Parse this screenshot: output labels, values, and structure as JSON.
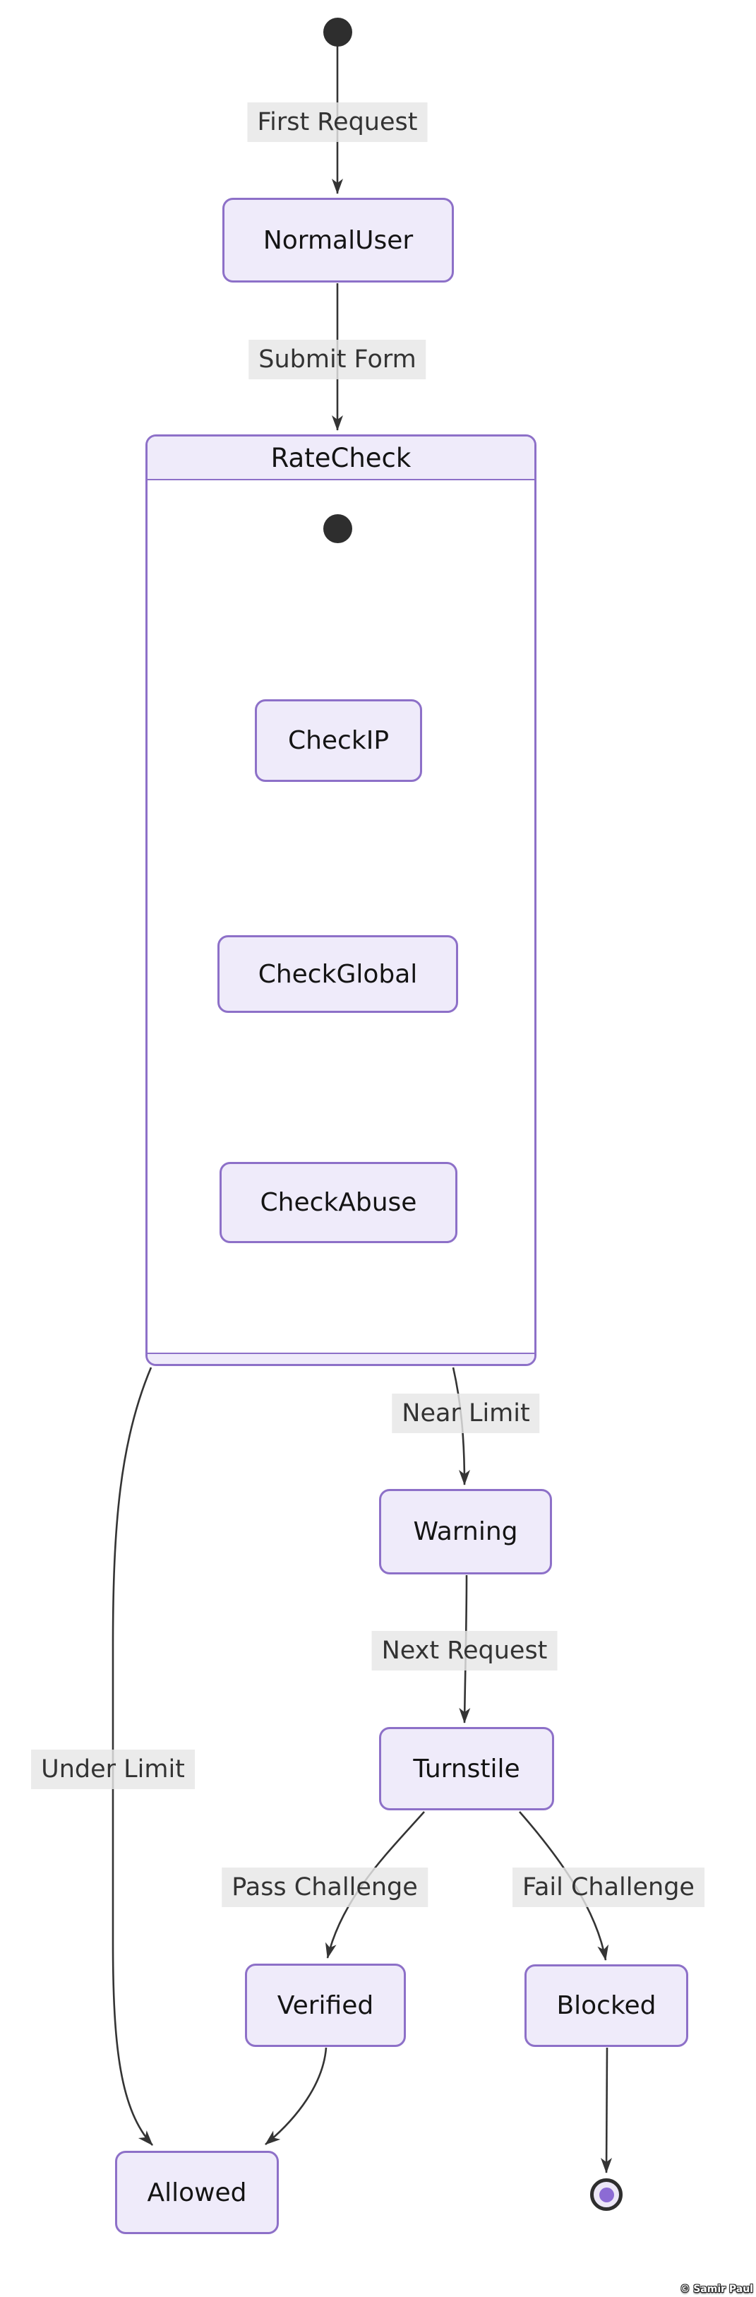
{
  "diagram": {
    "kind": "state-diagram",
    "states": {
      "normal_user": "NormalUser",
      "rate_check": "RateCheck",
      "check_ip": "CheckIP",
      "check_global": "CheckGlobal",
      "check_abuse": "CheckAbuse",
      "warning": "Warning",
      "turnstile": "Turnstile",
      "verified": "Verified",
      "blocked": "Blocked",
      "allowed": "Allowed"
    },
    "transitions": {
      "first_request": "First Request",
      "submit_form": "Submit Form",
      "near_limit": "Near Limit",
      "next_request": "Next Request",
      "under_limit": "Under Limit",
      "pass_challenge": "Pass Challenge",
      "fail_challenge": "Fail Challenge"
    },
    "colors": {
      "background": "#ffffff",
      "state_fill": "#efebfa",
      "state_border": "#8d70c8",
      "state_text": "#141414",
      "label_text": "#333333",
      "edge": "#343434",
      "initial_dot": "#2e2e2e",
      "final_dot": "#8c6bd4"
    }
  },
  "watermark": {
    "text": "© Samir Paul"
  }
}
